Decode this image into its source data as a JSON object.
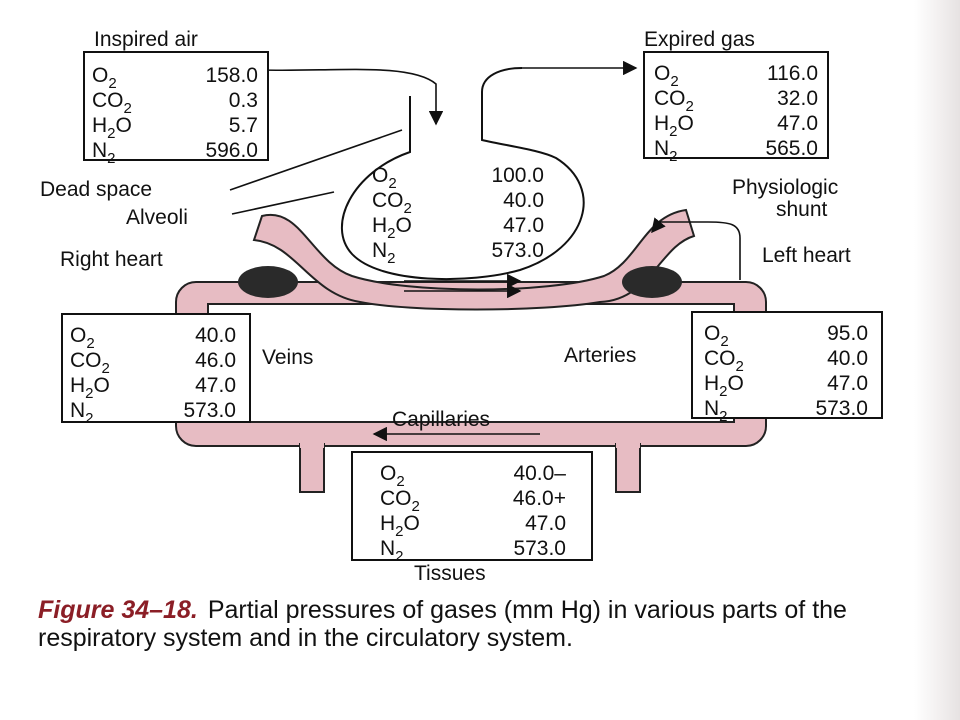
{
  "colors": {
    "vessel": "#e7bcc3",
    "caption_accent": "#8b1e26",
    "heart": "#2a2a2a"
  },
  "labels": {
    "inspired_air": "Inspired air",
    "expired_gas": "Expired gas",
    "dead_space": "Dead space",
    "alveoli": "Alveoli",
    "physiologic_shunt_1": "Physiologic",
    "physiologic_shunt_2": "shunt",
    "right_heart": "Right heart",
    "left_heart": "Left heart",
    "veins": "Veins",
    "arteries": "Arteries",
    "capillaries": "Capillaries",
    "tissues": "Tissues"
  },
  "gas_tables": {
    "inspired": [
      {
        "gas": "O",
        "sub": "2",
        "after": "",
        "value": "158.0"
      },
      {
        "gas": "CO",
        "sub": "2",
        "after": "",
        "value": "0.3"
      },
      {
        "gas": "H",
        "sub": "2",
        "after": "O",
        "value": "5.7"
      },
      {
        "gas": "N",
        "sub": "2",
        "after": "",
        "value": "596.0"
      }
    ],
    "expired": [
      {
        "gas": "O",
        "sub": "2",
        "after": "",
        "value": "116.0"
      },
      {
        "gas": "CO",
        "sub": "2",
        "after": "",
        "value": "32.0"
      },
      {
        "gas": "H",
        "sub": "2",
        "after": "O",
        "value": "47.0"
      },
      {
        "gas": "N",
        "sub": "2",
        "after": "",
        "value": "565.0"
      }
    ],
    "alveoli": [
      {
        "gas": "O",
        "sub": "2",
        "after": "",
        "value": "100.0"
      },
      {
        "gas": "CO",
        "sub": "2",
        "after": "",
        "value": "40.0"
      },
      {
        "gas": "H",
        "sub": "2",
        "after": "O",
        "value": "47.0"
      },
      {
        "gas": "N",
        "sub": "2",
        "after": "",
        "value": "573.0"
      }
    ],
    "veins": [
      {
        "gas": "O",
        "sub": "2",
        "after": "",
        "value": "40.0"
      },
      {
        "gas": "CO",
        "sub": "2",
        "after": "",
        "value": "46.0"
      },
      {
        "gas": "H",
        "sub": "2",
        "after": "O",
        "value": "47.0"
      },
      {
        "gas": "N",
        "sub": "2",
        "after": "",
        "value": "573.0"
      }
    ],
    "arteries": [
      {
        "gas": "O",
        "sub": "2",
        "after": "",
        "value": "95.0"
      },
      {
        "gas": "CO",
        "sub": "2",
        "after": "",
        "value": "40.0"
      },
      {
        "gas": "H",
        "sub": "2",
        "after": "O",
        "value": "47.0"
      },
      {
        "gas": "N",
        "sub": "2",
        "after": "",
        "value": "573.0"
      }
    ],
    "tissues": [
      {
        "gas": "O",
        "sub": "2",
        "after": "",
        "value": "40.0–"
      },
      {
        "gas": "CO",
        "sub": "2",
        "after": "",
        "value": "46.0+"
      },
      {
        "gas": "H",
        "sub": "2",
        "after": "O",
        "value": "47.0"
      },
      {
        "gas": "N",
        "sub": "2",
        "after": "",
        "value": "573.0"
      }
    ]
  },
  "caption": {
    "figure": "Figure 34–18.",
    "text": "Partial pressures of gases (mm Hg) in various parts of the respiratory system and in the circulatory system."
  }
}
